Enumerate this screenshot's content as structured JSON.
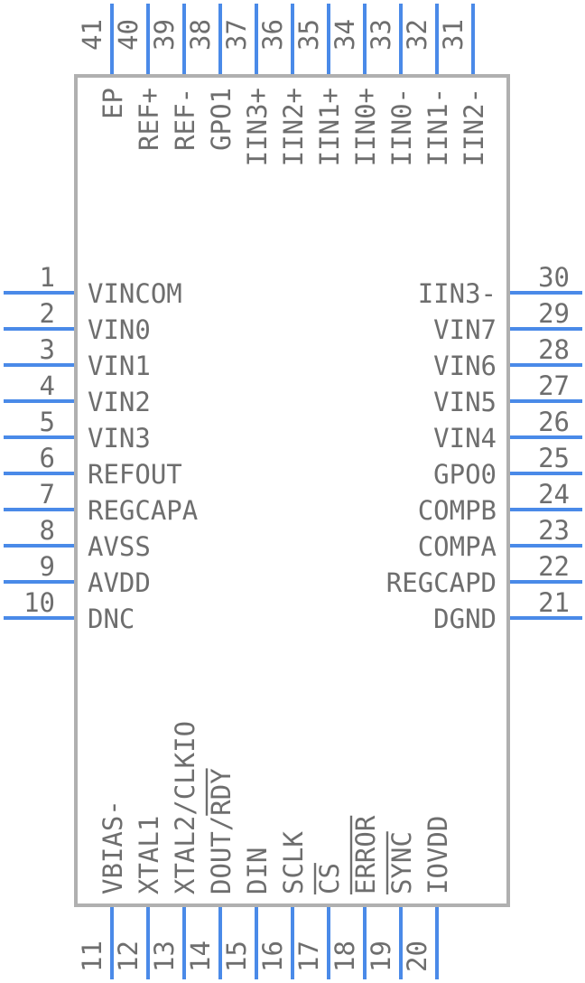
{
  "body": {
    "name": "ic-package-body"
  },
  "left_pins": [
    {
      "number": "1",
      "name": "VINCOM"
    },
    {
      "number": "2",
      "name": "VIN0"
    },
    {
      "number": "3",
      "name": "VIN1"
    },
    {
      "number": "4",
      "name": "VIN2"
    },
    {
      "number": "5",
      "name": "VIN3"
    },
    {
      "number": "6",
      "name": "REFOUT"
    },
    {
      "number": "7",
      "name": "REGCAPA"
    },
    {
      "number": "8",
      "name": "AVSS"
    },
    {
      "number": "9",
      "name": "AVDD"
    },
    {
      "number": "10",
      "name": "DNC"
    }
  ],
  "right_pins": [
    {
      "number": "30",
      "name": "IIN3-"
    },
    {
      "number": "29",
      "name": "VIN7"
    },
    {
      "number": "28",
      "name": "VIN6"
    },
    {
      "number": "27",
      "name": "VIN5"
    },
    {
      "number": "26",
      "name": "VIN4"
    },
    {
      "number": "25",
      "name": "GPO0"
    },
    {
      "number": "24",
      "name": "COMPB"
    },
    {
      "number": "23",
      "name": "COMPA"
    },
    {
      "number": "22",
      "name": "REGCAPD"
    },
    {
      "number": "21",
      "name": "DGND"
    }
  ],
  "bottom_pins": [
    {
      "number": "11",
      "name": "VBIAS-"
    },
    {
      "number": "12",
      "name": "XTAL1"
    },
    {
      "number": "13",
      "name": "XTAL2/CLKIO"
    },
    {
      "number": "14",
      "name": "DOUT/RDY",
      "overbar": "RDY"
    },
    {
      "number": "15",
      "name": "DIN"
    },
    {
      "number": "16",
      "name": "SCLK"
    },
    {
      "number": "17",
      "name": "CS",
      "overbar": "CS"
    },
    {
      "number": "18",
      "name": "ERROR",
      "overbar": "ERROR"
    },
    {
      "number": "19",
      "name": "SYNC",
      "overbar": "SYNC"
    },
    {
      "number": "20",
      "name": "IOVDD"
    }
  ],
  "top_pins": [
    {
      "number": "41",
      "name": "EP"
    },
    {
      "number": "40",
      "name": "REF+"
    },
    {
      "number": "39",
      "name": "REF-"
    },
    {
      "number": "38",
      "name": "GPO1"
    },
    {
      "number": "37",
      "name": "IIN3+"
    },
    {
      "number": "36",
      "name": "IIN2+"
    },
    {
      "number": "35",
      "name": "IIN1+"
    },
    {
      "number": "34",
      "name": "IIN0+"
    },
    {
      "number": "33",
      "name": "IIN0-"
    },
    {
      "number": "32",
      "name": "IIN1-"
    },
    {
      "number": "31",
      "name": "IIN2-"
    }
  ],
  "colors": {
    "pin": "#4a8ae8",
    "outline": "#b0b0b0",
    "text": "#6e6e6e"
  }
}
